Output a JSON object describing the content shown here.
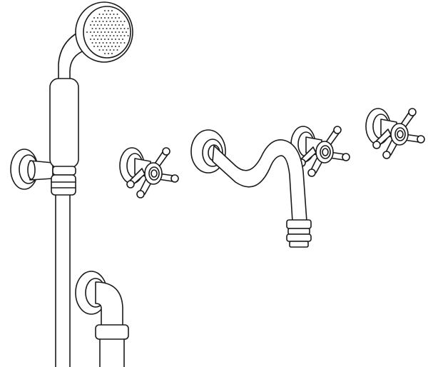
{
  "drawing": {
    "colors": {
      "stroke": "#1a1a1a",
      "background": "#ffffff"
    },
    "parts": [
      "hand-shower",
      "shower-hose",
      "hand-shower-wall-bracket",
      "wall-outlet-elbow",
      "cross-handle-valve",
      "wall-spout"
    ]
  }
}
